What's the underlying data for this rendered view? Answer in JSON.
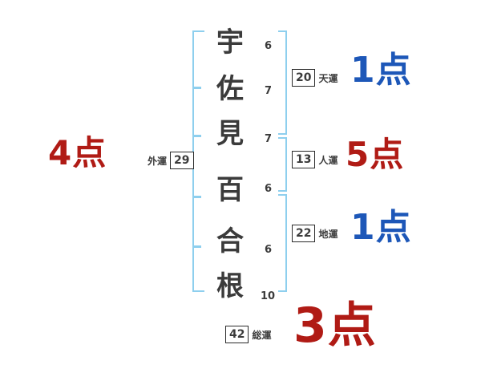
{
  "colors": {
    "bracket_blue": "#8ecfee",
    "score_blue": "#1d57b8",
    "score_red": "#b01b15",
    "ink": "#3b3b3b",
    "box_border": "#2a2a2a"
  },
  "name_chars": [
    {
      "char": "宇",
      "strokes": "6"
    },
    {
      "char": "佐",
      "strokes": "7"
    },
    {
      "char": "見",
      "strokes": "7"
    },
    {
      "char": "百",
      "strokes": "6"
    },
    {
      "char": "合",
      "strokes": "6"
    },
    {
      "char": "根",
      "strokes": "10"
    }
  ],
  "fortunes": {
    "ten": {
      "label": "天運",
      "value": "20",
      "score": "1点"
    },
    "jin": {
      "label": "人運",
      "value": "13",
      "score": "5点"
    },
    "chi": {
      "label": "地運",
      "value": "22",
      "score": "1点"
    },
    "gai": {
      "label": "外運",
      "value": "29",
      "score": "4点"
    },
    "sou": {
      "label": "総運",
      "value": "42",
      "score": "3点"
    }
  }
}
